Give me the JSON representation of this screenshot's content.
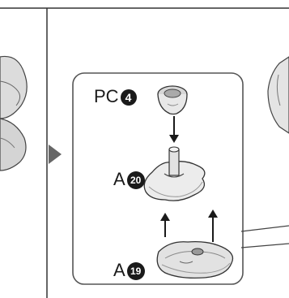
{
  "labels": {
    "top_part": {
      "prefix": "PC",
      "number": "4"
    },
    "middle_part": {
      "prefix": "A",
      "number": "20"
    },
    "bottom_part": {
      "prefix": "A",
      "number": "19"
    }
  },
  "colors": {
    "line": "#333333",
    "frame_border": "#555555",
    "part_fill": "#e6e6e6",
    "part_shadow": "#b8b8b8",
    "pointer": "#666666"
  },
  "icons": {
    "pointer": "right-triangle-icon",
    "arrow": "up-arrow-icon"
  }
}
